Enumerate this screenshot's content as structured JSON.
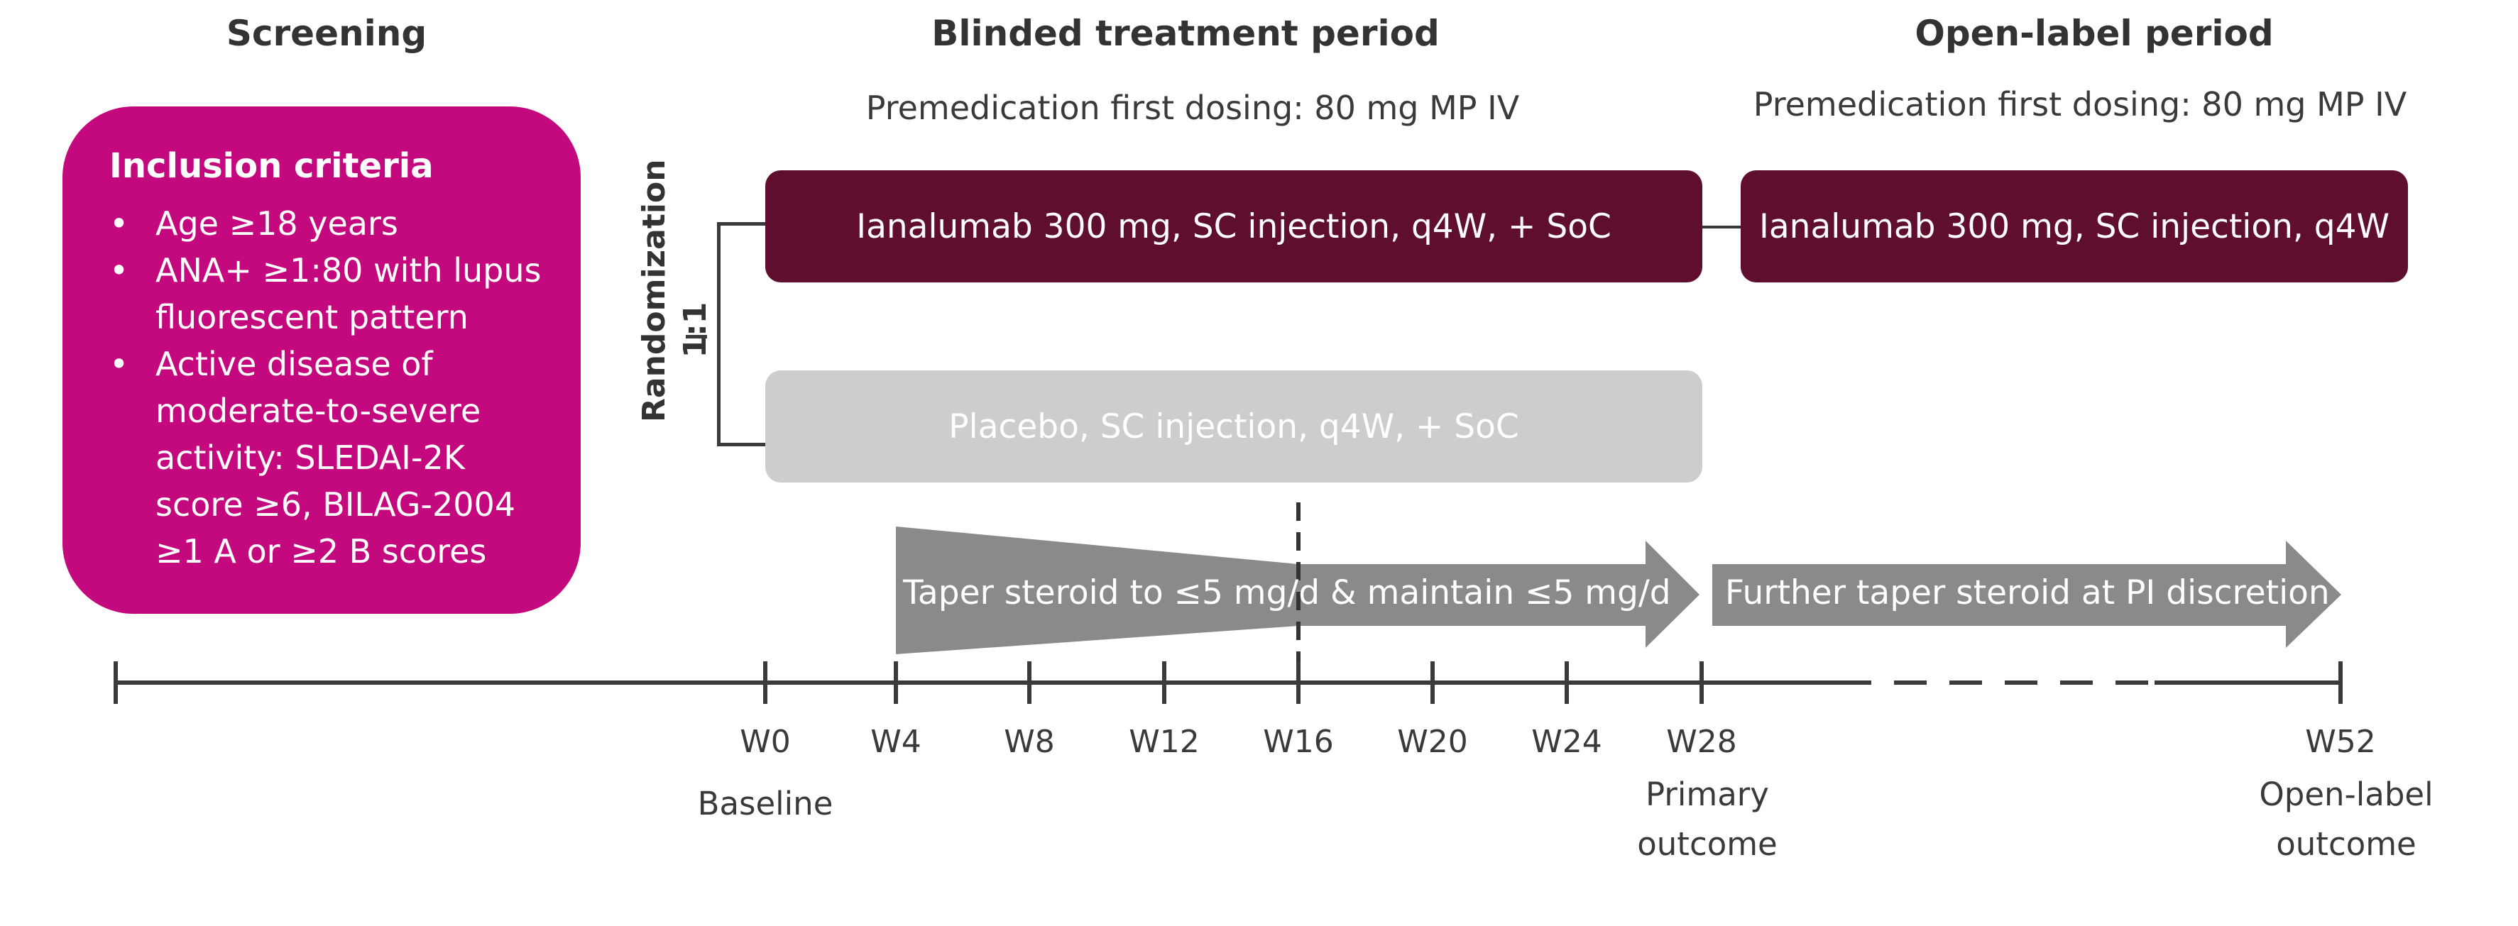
{
  "periods": {
    "screening": "Screening",
    "blinded": "Blinded treatment period",
    "open_label": "Open-label period"
  },
  "premedication": {
    "blinded": "Premedication first dosing: 80 mg MP IV",
    "open_label": "Premedication first dosing: 80 mg MP IV"
  },
  "inclusion": {
    "title": "Inclusion criteria",
    "items": [
      "Age ≥18 years",
      "ANA+ ≥1:80 with lupus fluorescent pattern",
      "Active disease of moderate-to-severe activity: SLEDAI-2K score ≥6, BILAG-2004 ≥1 A or ≥2 B scores"
    ]
  },
  "randomization": {
    "label": "Randomization",
    "ratio": "1:1"
  },
  "arms": {
    "active_blinded": "Ianalumab 300 mg, SC injection, q4W, + SoC",
    "placebo": "Placebo, SC injection, q4W, + SoC",
    "active_open_label": "Ianalumab 300 mg, SC injection, q4W"
  },
  "steroid": {
    "taper": "Taper steroid to ≤5 mg/d & maintain ≤5 mg/d",
    "further": "Further taper steroid at PI discretion"
  },
  "timeline": {
    "ticks": [
      "W0",
      "W4",
      "W8",
      "W12",
      "W16",
      "W20",
      "W24",
      "W28",
      "W52"
    ],
    "baseline": "Baseline",
    "primary": "Primary outcome",
    "open_label_outcome": "Open-label outcome"
  },
  "colors": {
    "inclusion": "#C4087D",
    "active_arm": "#5F0E2F",
    "placebo_arm": "#CDCDCD",
    "steroid_arrow": "#8A8A8A",
    "axis": "#3A3A3A"
  }
}
